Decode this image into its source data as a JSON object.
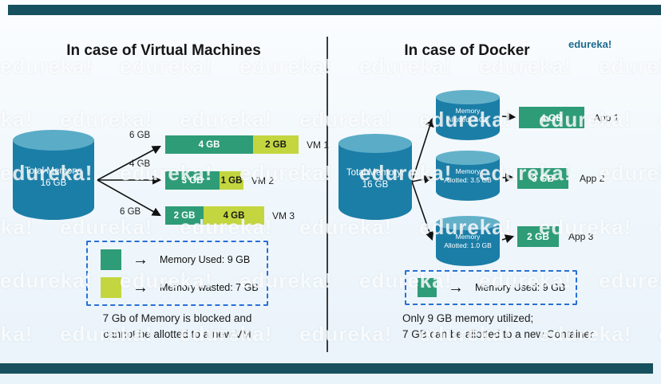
{
  "page": {
    "watermark_text": "edureka!",
    "logo_text": "edureka!"
  },
  "colors": {
    "memory_used_green": "#2e9c77",
    "memory_wasted_green": "#c3d63f",
    "cylinder_body_blue": "#1b7ea7",
    "cylinder_top_blue": "#5bacc7",
    "chrome_bar_teal": "#17505e",
    "legend_border_blue": "#2a6fd6",
    "logo_blue": "#1c6b8d"
  },
  "left": {
    "title": "In case of Virtual Machines",
    "source_cylinder": {
      "line1": "Total Memory:",
      "line2": "16 GB"
    },
    "vms": [
      {
        "arrow_label": "6 GB",
        "used": "4 GB",
        "wasted": "2 GB",
        "name": "VM 1"
      },
      {
        "arrow_label": "4 GB",
        "used": "3 GB",
        "wasted": "1 GB",
        "name": "VM 2"
      },
      {
        "arrow_label": "6 GB",
        "used": "2 GB",
        "wasted": "4 GB",
        "name": "VM 3"
      }
    ],
    "legend": [
      {
        "arrow": "→",
        "label": "Memory Used: 9 GB"
      },
      {
        "arrow": "→",
        "label": "Memory wasted: 7 GB"
      }
    ],
    "caption_line1": "7 Gb of Memory is blocked and",
    "caption_line2": "cannot be allotted to a new VM"
  },
  "right": {
    "title": "In case of Docker",
    "source_cylinder": {
      "line1": "Total Memory:",
      "line2": "16 GB"
    },
    "containers": [
      {
        "cyl_line1": "Memory",
        "cyl_line2": "Allotted: 4 GB",
        "box": "4 GB",
        "app": "App 1"
      },
      {
        "cyl_line1": "Memory",
        "cyl_line2": "Allotted: 3.5 GB",
        "box": "3 GB",
        "app": "App 2"
      },
      {
        "cyl_line1": "Memory",
        "cyl_line2": "Allotted: 1.0 GB",
        "box": "2 GB",
        "app": "App 3"
      }
    ],
    "legend": [
      {
        "arrow": "→",
        "label": "Memory Used: 9 GB"
      }
    ],
    "caption_line1": "Only 9 GB memory utilized;",
    "caption_line2": "7 GB can be allotted to a new Container"
  }
}
